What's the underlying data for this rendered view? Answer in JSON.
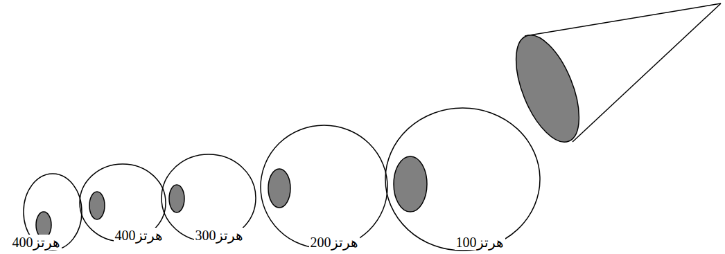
{
  "diagram": {
    "nodes": [
      {
        "text": [
          "400هرتز"
        ]
      },
      {
        "text": [
          "400هرتز"
        ]
      },
      {
        "text": [
          "300هرتز"
        ]
      },
      {
        "text": [
          "200هرتز"
        ]
      },
      {
        "text": [
          "100هرتز"
        ]
      }
    ]
  }
}
